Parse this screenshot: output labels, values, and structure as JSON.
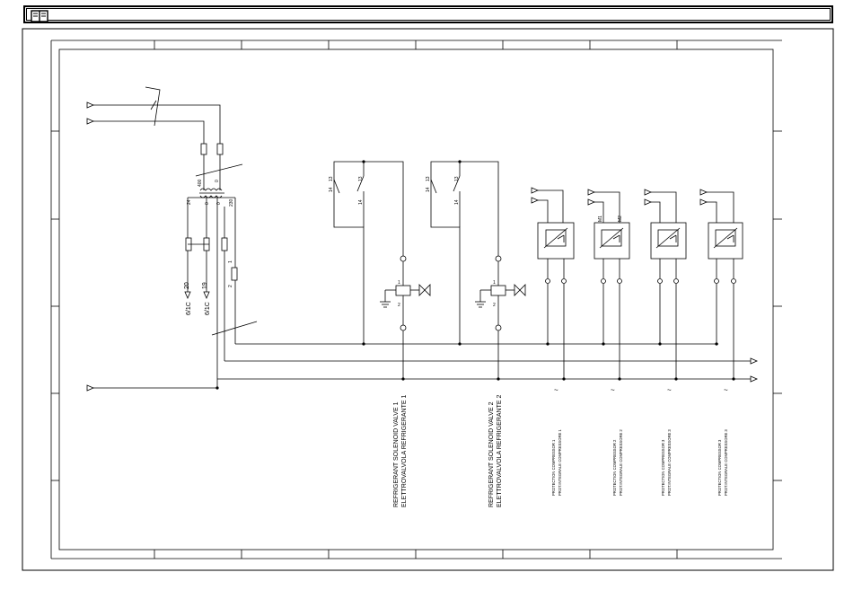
{
  "toolbar": {
    "icon": "book-icon"
  },
  "left_terminals": {
    "line_A_label": "",
    "line_B_label": ""
  },
  "transformer": {
    "primary_top_label": "400",
    "primary_zero_label": "0",
    "secondary_labels": [
      "24",
      "0",
      "0",
      "230"
    ]
  },
  "fuse_labels": {
    "f1_top": "1",
    "f1_bottom": "2"
  },
  "outputs": [
    {
      "code": "6/1C",
      "num": "20"
    },
    {
      "code": "6/1C",
      "num": "19"
    }
  ],
  "valves": [
    {
      "contacts": {
        "a": "14",
        "b": "13",
        "c": "14",
        "d": "13"
      },
      "terminal_top": "1",
      "terminal_bottom": "2",
      "caption_line1": "REFRIGERANT SOLENOID VALVE 1",
      "caption_line2": "ELETTROVALVOLA REFRIGERANTE 1"
    },
    {
      "contacts": {
        "a": "14",
        "b": "13",
        "c": "14",
        "d": "13"
      },
      "terminal_top": "1",
      "terminal_bottom": "2",
      "caption_line1": "REFRIGERANT SOLENOID VALVE 2",
      "caption_line2": "ELETTROVALVOLA REFRIGERANTE 2"
    }
  ],
  "protections": [
    {
      "terminals": [
        "",
        ""
      ],
      "symbol": "~",
      "caption_line1": "PROTECTION COMPRESSOR 1",
      "caption_line2": "PROT.INTEGRALE COMPRESSORE 1"
    },
    {
      "terminals": [
        "M1",
        "M2"
      ],
      "symbol": "~",
      "caption_line1": "PROTECTION COMPRESSOR 2",
      "caption_line2": "PROT.INTEGRALE COMPRESSORE 2"
    },
    {
      "terminals": [
        "",
        ""
      ],
      "symbol": "~",
      "caption_line1": "PROTECTION COMPRESSOR 3",
      "caption_line2": "PROT.INTEGRALE COMPRESSORE 3"
    },
    {
      "terminals": [
        "",
        ""
      ],
      "symbol": "~",
      "caption_line1": "PROTECTION COMPRESSOR 3",
      "caption_line2": "PROT.INTEGRALE COMPRESSORE 3"
    }
  ]
}
